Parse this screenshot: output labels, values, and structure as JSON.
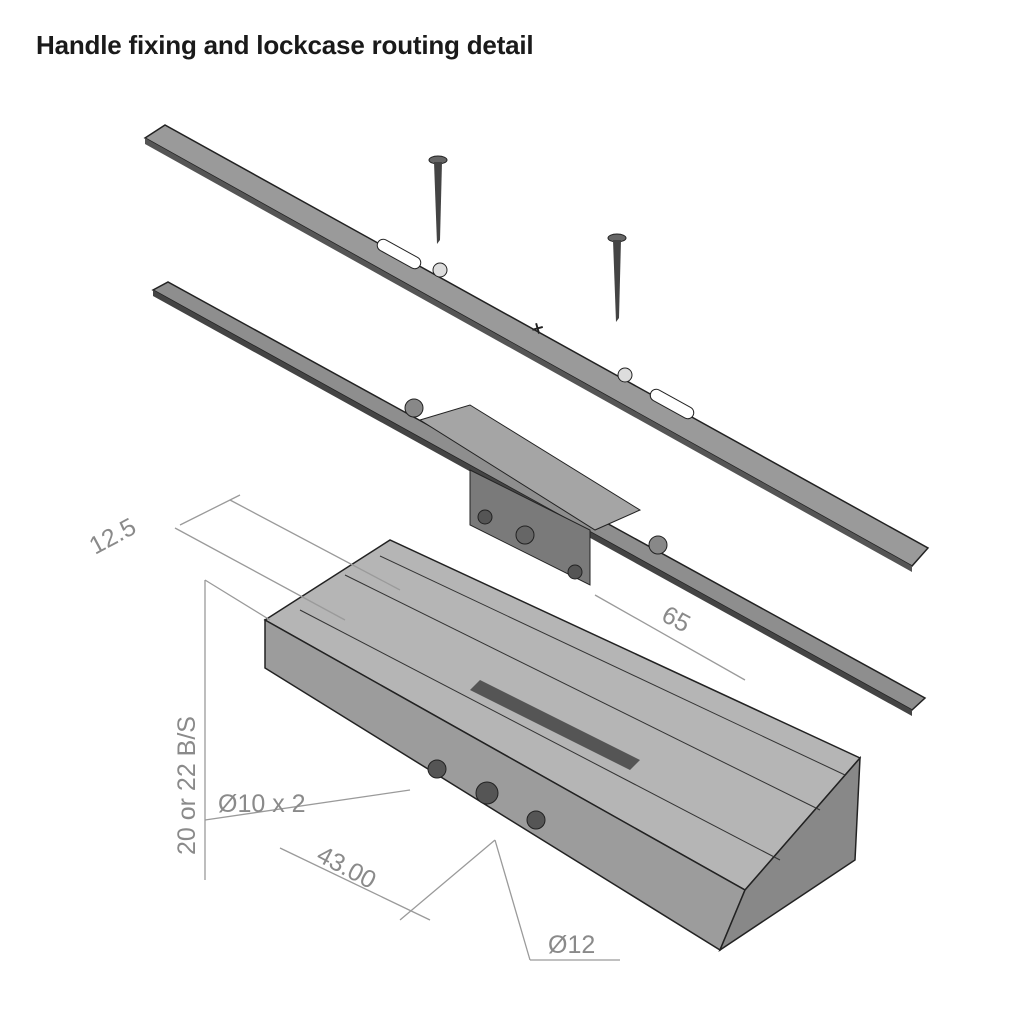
{
  "title": "Handle fixing and lockcase routing detail",
  "dimensions": {
    "width_12_5": "12.5",
    "backset": "20 or 22 B/S",
    "hole_10": "Ø10 x 2",
    "centres": "43.00",
    "hole_12": "Ø12",
    "length_65": "65"
  }
}
